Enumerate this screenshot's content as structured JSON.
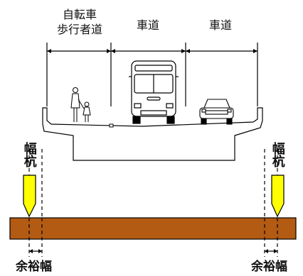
{
  "lanes": {
    "sidewalk_line1": "自転車",
    "sidewalk_line2": "歩行者道",
    "road_left": "車道",
    "road_right": "車道"
  },
  "pile_label_left": "幅杭",
  "pile_label_right": "幅杭",
  "margin_label_left": "余裕幅",
  "margin_label_right": "余裕幅",
  "colors": {
    "pile_fill": "#ffff00",
    "ground_fill": "#b35a13",
    "line": "#000000"
  }
}
